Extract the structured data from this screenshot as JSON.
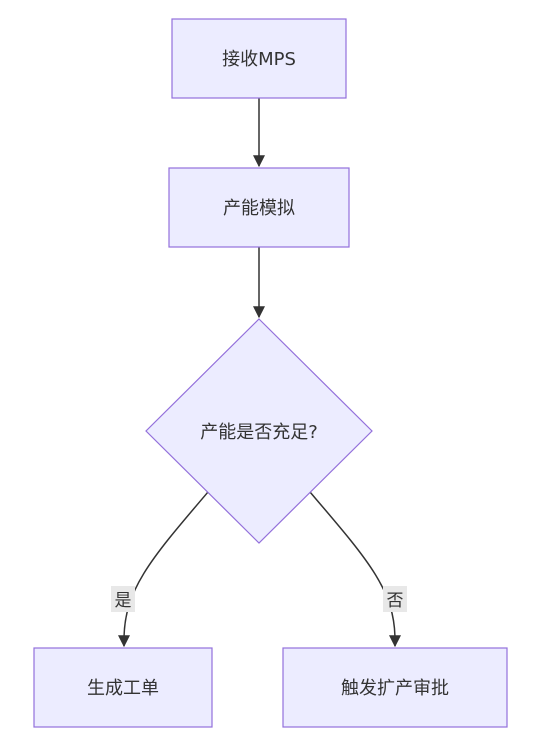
{
  "diagram": {
    "colors": {
      "node_fill": "#ECECFF",
      "node_stroke": "#9370DB",
      "edge": "#333333",
      "text": "#333333",
      "edge_label_bg": "#e8e8e8"
    },
    "nodes": {
      "receive_mps": "接收MPS",
      "capacity_sim": "产能模拟",
      "decision": "产能是否充足?",
      "work_order": "生成工单",
      "expansion": "触发扩产审批"
    },
    "edges": {
      "yes_label": "是",
      "no_label": "否"
    }
  }
}
